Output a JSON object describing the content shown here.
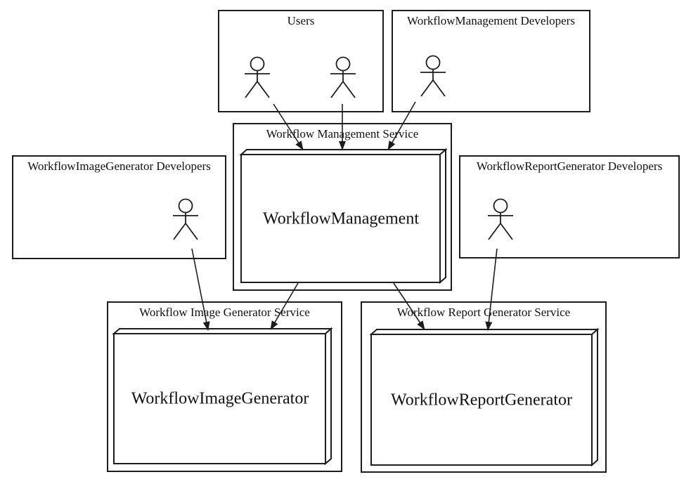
{
  "diagram": {
    "type": "deployment-diagram",
    "background": "#ffffff",
    "line_color": "#1d1d1d",
    "actor_boxes": [
      {
        "title": "Users",
        "actors": 2
      },
      {
        "title": "WorkflowManagement Developers",
        "actors": 1
      },
      {
        "title": "WorkflowImageGenerator Developers",
        "actors": 1
      },
      {
        "title": "WorkflowReportGenerator Developers",
        "actors": 1
      }
    ],
    "service_boxes": [
      {
        "title": "Workflow Management Service",
        "component": "WorkflowManagement"
      },
      {
        "title": "Workflow Image Generator Service",
        "component": "WorkflowImageGenerator"
      },
      {
        "title": "Workflow Report Generator Service",
        "component": "WorkflowReportGenerator"
      }
    ],
    "connections": [
      {
        "from": "Users actor 1",
        "to": "WorkflowManagement"
      },
      {
        "from": "Users actor 2",
        "to": "WorkflowManagement"
      },
      {
        "from": "WorkflowManagement Developers actor",
        "to": "WorkflowManagement"
      },
      {
        "from": "WorkflowImageGenerator Developers actor",
        "to": "WorkflowImageGenerator"
      },
      {
        "from": "WorkflowManagement",
        "to": "WorkflowImageGenerator"
      },
      {
        "from": "WorkflowManagement",
        "to": "WorkflowReportGenerator"
      },
      {
        "from": "WorkflowReportGenerator Developers actor",
        "to": "WorkflowReportGenerator"
      }
    ]
  }
}
